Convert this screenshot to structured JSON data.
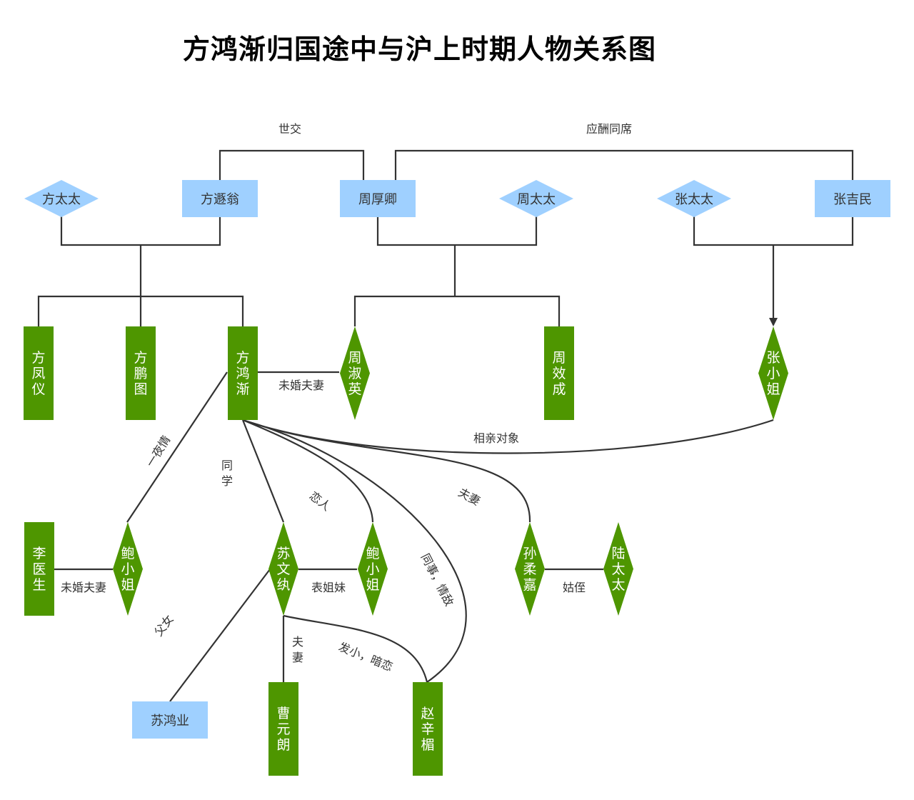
{
  "title": "方鸿渐归国途中与沪上时期人物关系图",
  "colors": {
    "box": "#9fd0ff",
    "green": "#4e9600",
    "line": "#333333",
    "text": "#333333"
  },
  "nodes": {
    "fang_taitai": "方太太",
    "fang_dunweng": "方遯翁",
    "zhou_houqing": "周厚卿",
    "zhou_taitai": "周太太",
    "zhang_taitai": "张太太",
    "zhang_jimin": "张吉民",
    "fang_fengyi": "方凤仪",
    "fang_pengtu": "方鹏图",
    "fang_hongjian": "方鸿渐",
    "zhou_shuying": "周淑英",
    "zhou_xiaocheng": "周效成",
    "zhang_xiaojie": "张小姐",
    "li_yisheng": "李医生",
    "bao_xiaojie_1": "鲍小姐",
    "su_wenwan": "苏文纨",
    "bao_xiaojie_2": "鲍小姐",
    "sun_roujia": "孙柔嘉",
    "lu_taitai": "陆太太",
    "su_hongye": "苏鸿业",
    "cao_yuanlang": "曹元朗",
    "zhao_xinmei": "赵辛楣"
  },
  "labels": {
    "shijiao": "世交",
    "yingchou": "应酬同席",
    "weihun_1": "未婚夫妻",
    "xiangqin": "相亲对象",
    "yiyeqing": "一夜情",
    "tongxue": "同学",
    "lianren": "恋人",
    "fuqi_1": "夫妻",
    "tongshi": "同事，情敌",
    "weihun_2": "未婚夫妻",
    "biaojiemei": "表姐妹",
    "guzhi": "姑侄",
    "funv": "父女",
    "fuqi_2": "夫妻",
    "faxiao": "发小，暗恋"
  }
}
